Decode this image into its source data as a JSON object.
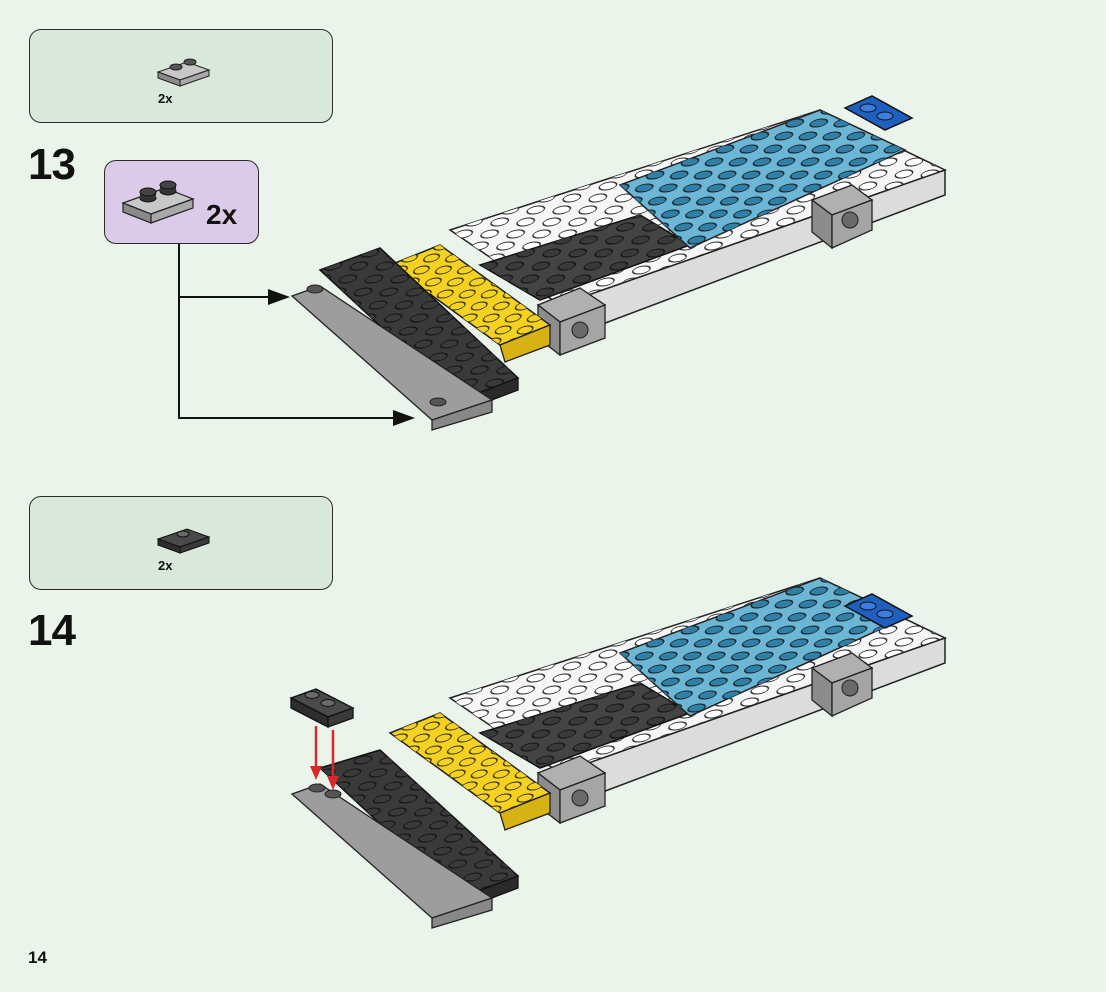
{
  "steps": [
    {
      "number": "13",
      "parts_qty": "2x",
      "sub_qty": "2x"
    },
    {
      "number": "14",
      "parts_qty": "2x"
    }
  ],
  "page_number": "14",
  "colors": {
    "background": "#eaf4ea",
    "parts_box": "#d9e8da",
    "sub_box": "#dccbe8",
    "dark_gray": "#333333",
    "light_gray": "#9d9d9d",
    "yellow": "#f5d21f",
    "medium_azure": "#6cb6d6",
    "blue": "#1f5fbf",
    "white": "#ffffff",
    "red_arrow": "#d62a2a"
  }
}
